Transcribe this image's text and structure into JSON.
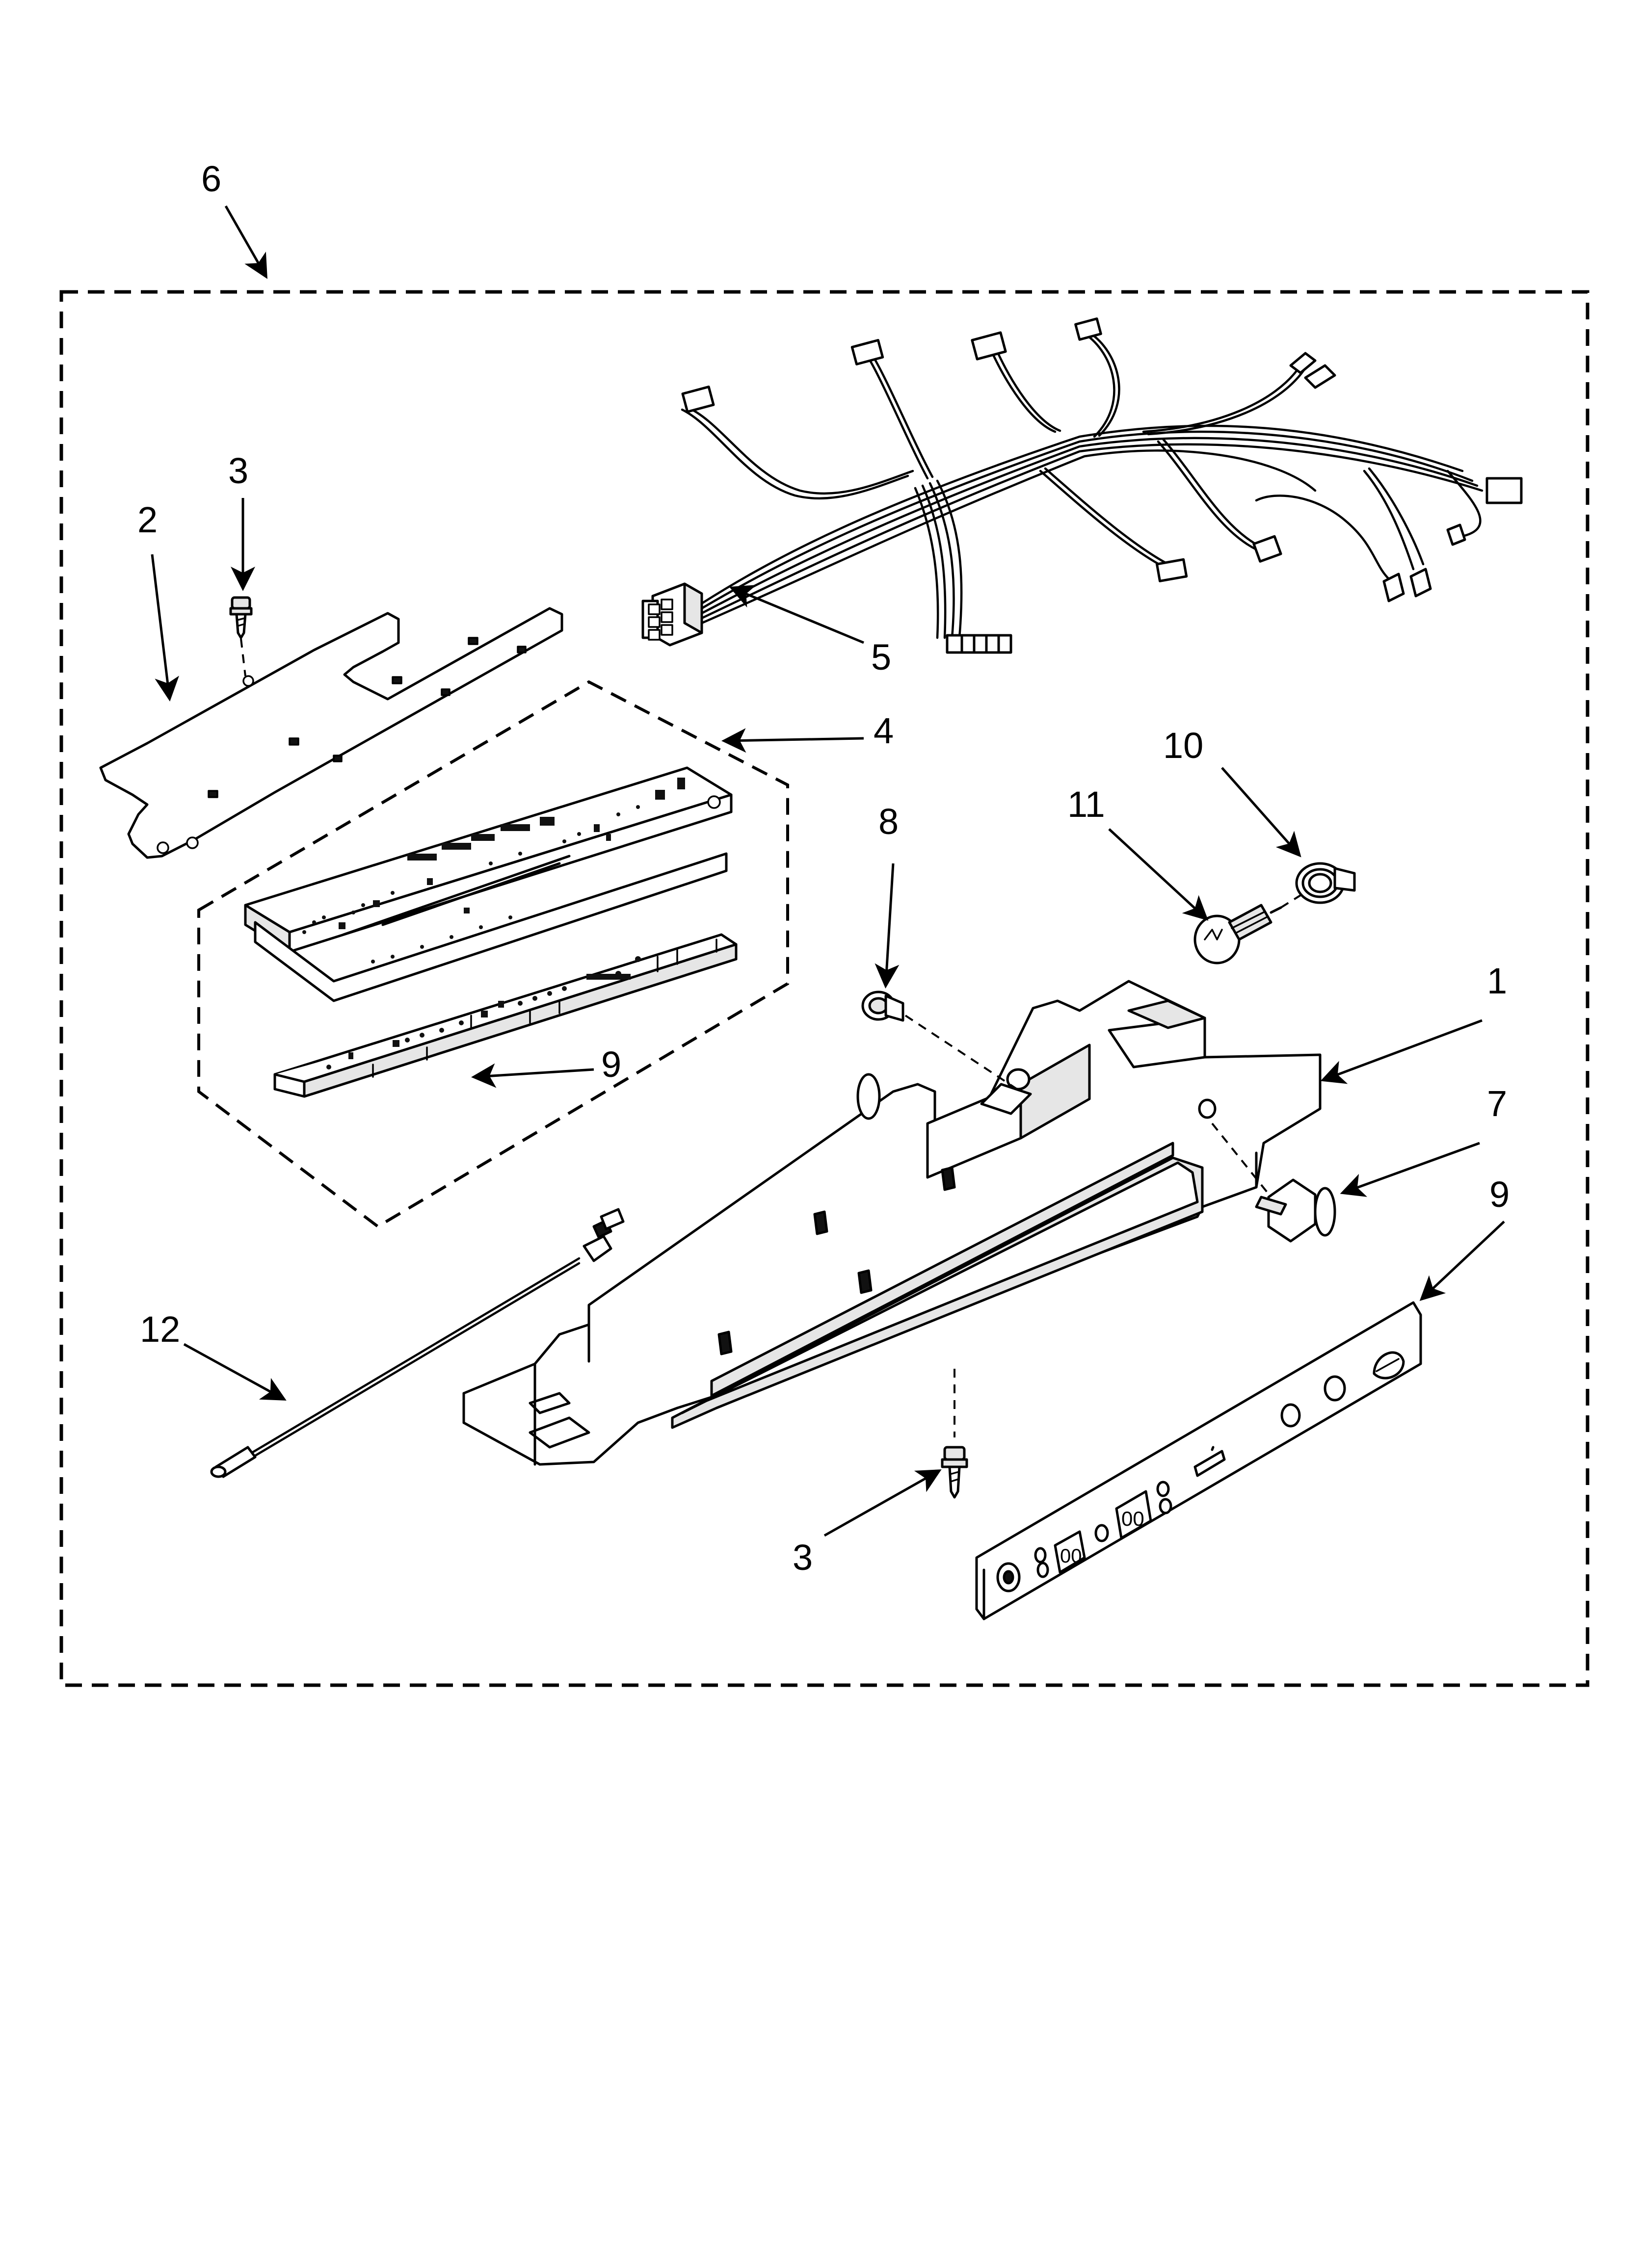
{
  "callouts": {
    "c1": "1",
    "c2": "2",
    "c3a": "3",
    "c3b": "3",
    "c4": "4",
    "c5": "5",
    "c6": "6",
    "c7": "7",
    "c8": "8",
    "c9a": "9",
    "c9b": "9",
    "c10": "10",
    "c11": "11",
    "c12": "12"
  },
  "colors": {
    "line": "#000000",
    "background": "#ffffff"
  }
}
